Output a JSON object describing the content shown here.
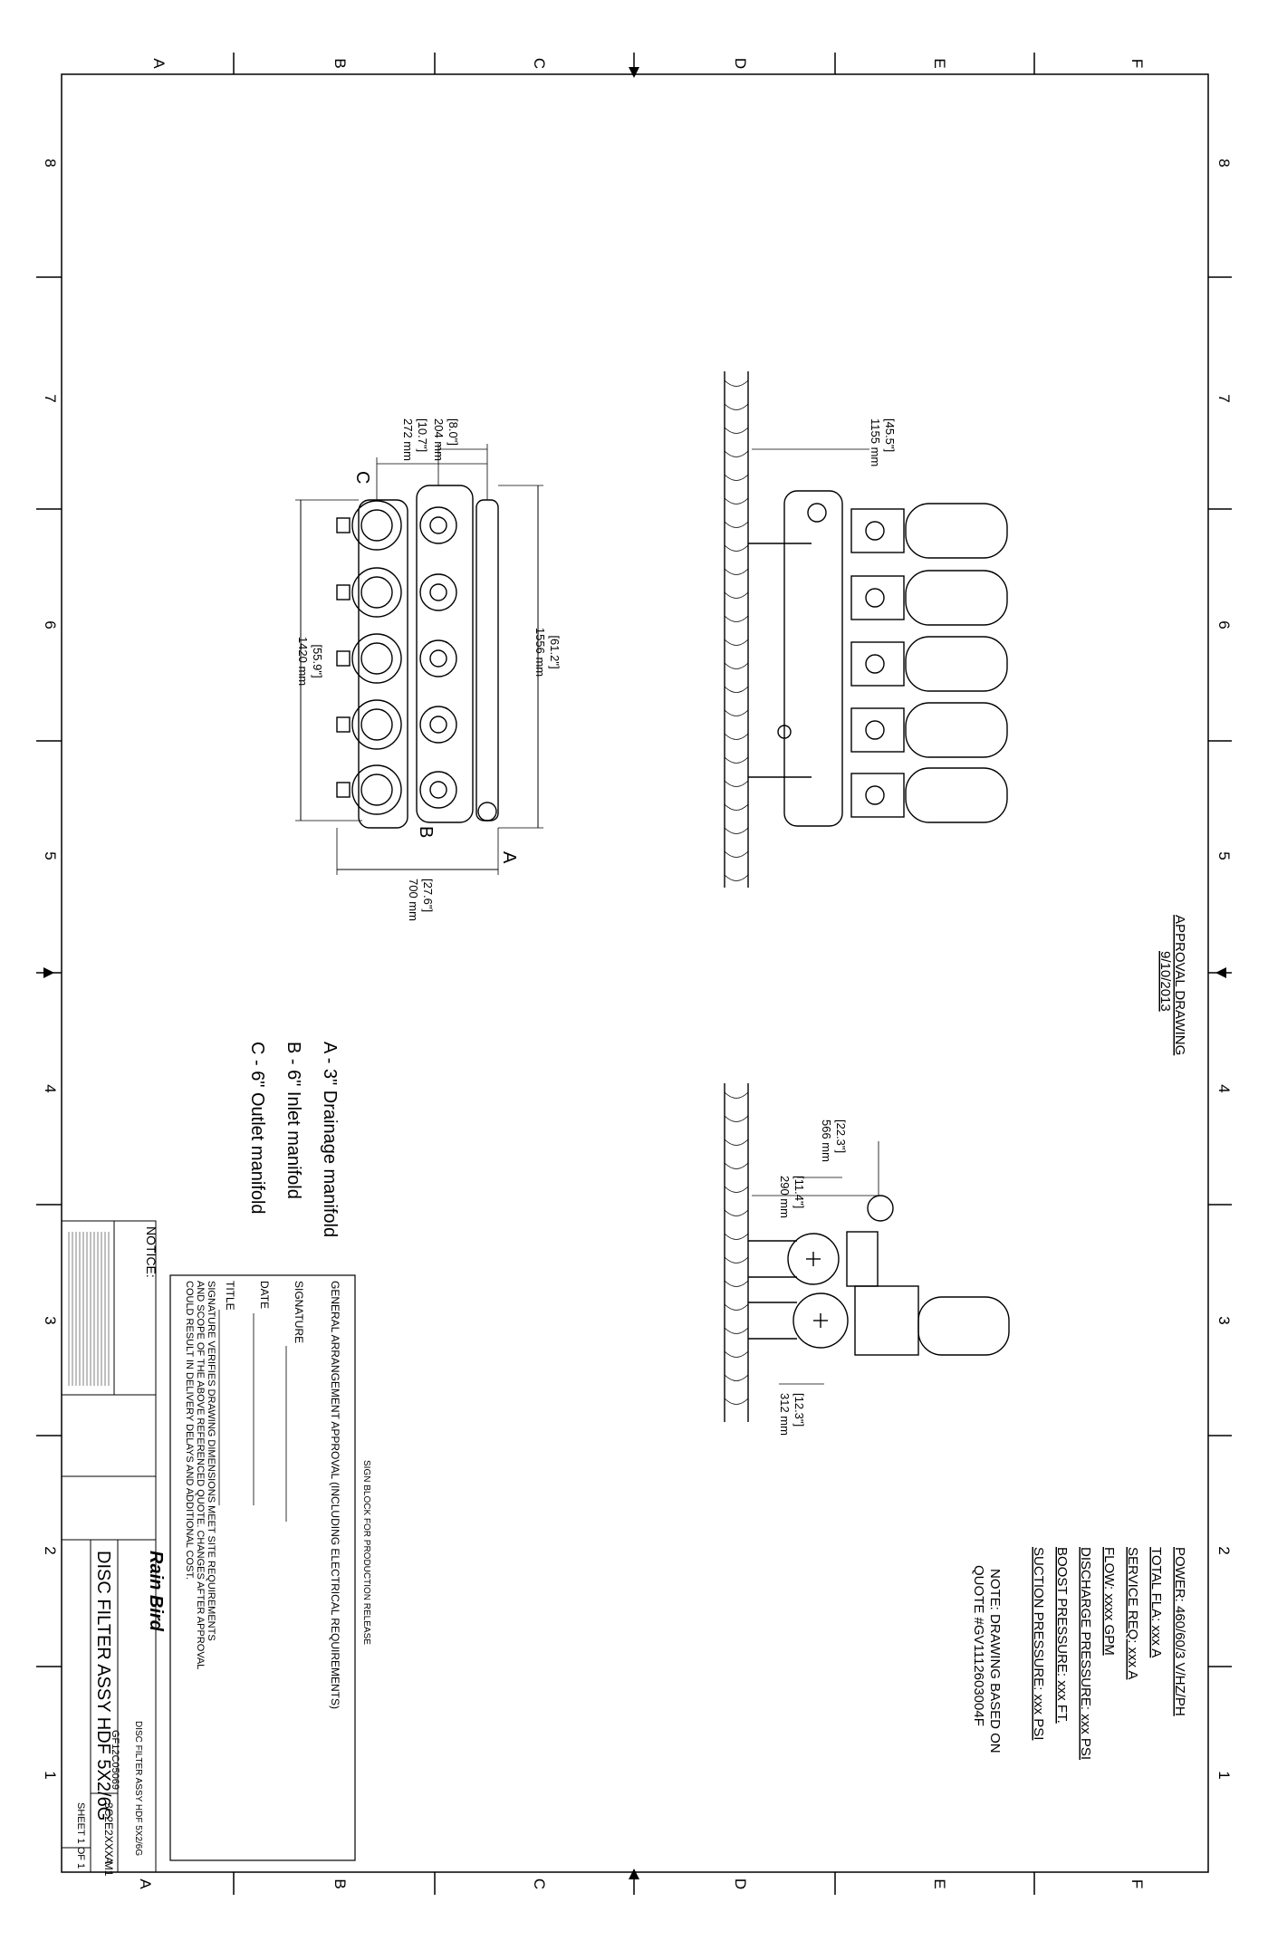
{
  "grid": {
    "letters": [
      "A",
      "B",
      "C",
      "D",
      "E",
      "F"
    ],
    "numbers": [
      "8",
      "7",
      "6",
      "5",
      "4",
      "3",
      "2",
      "1"
    ]
  },
  "approval": {
    "title": "APPROVAL DRAWING",
    "date": "9/10/2013"
  },
  "specs": {
    "power": "POWER:  460/60/3 V/HZ/PH",
    "total_fla": "TOTAL FLA:  xxx A",
    "service_req": "SERVICE REQ:  xxx A",
    "flow": "FLOW:   xxxx GPM",
    "discharge_pressure": "DISCHARGE PRESSURE:  xxx PSI",
    "boost_pressure": "BOOST PRESSURE:     xxx FT.",
    "suction_pressure": "SUCTION PRESSURE:  xxx PSI",
    "note_line1": "NOTE: DRAWING BASED ON",
    "note_line2": "QUOTE #GV1112603004F"
  },
  "legend": {
    "a": "A - 3\" Drainage manifold",
    "b": "B - 6\" Inlet manifold",
    "c": "C - 6\" Outlet manifold"
  },
  "plan_view": {
    "dim_overall": "[61.2\"]",
    "dim_overall_mm": "1556 mm",
    "dim_span": "[55.9\"]",
    "dim_span_mm": "1420 mm",
    "dim_depth": "[27.6\"]",
    "dim_depth_mm": "700 mm",
    "dim_a": "[8.0\"]",
    "dim_a_mm": "204 mm",
    "dim_b": "[10.7\"]",
    "dim_b_mm": "272 mm",
    "callout_a": "A",
    "callout_b": "B",
    "callout_c": "C"
  },
  "front_view": {
    "dim_height": "[45.5\"]",
    "dim_height_mm": "1155 mm"
  },
  "side_view": {
    "dim_height": "[22.3\"]",
    "dim_height_mm": "566 mm",
    "dim_inlet": "[11.4\"]",
    "dim_inlet_mm": "290 mm",
    "dim_outlet": "[12.3\"]",
    "dim_outlet_mm": "312 mm"
  },
  "sign_block": {
    "heading": "SIGN BLOCK FOR PRODUCTION RELEASE",
    "approval": "GENERAL ARRANGEMENT APPROVAL (INCLUDING ELECTRICAL REQUIREMENTS)",
    "signature": "SIGNATURE",
    "date": "DATE",
    "title": "TITLE",
    "disclaimer1": "SIGNATURE VERIFIES DRAWING DIMENSIONS MEET SITE REQUIREMENTS",
    "disclaimer2": "AND SCOPE OF THE ABOVE REFERENCED QUOTE. CHANGES AFTER APPROVAL",
    "disclaimer3": "COULD RESULT IN DELIVERY DELAYS AND ADDITIONAL COST."
  },
  "title_block": {
    "notice": "NOTICE:",
    "brand": "Rain Bird",
    "part_title": "DISC FILTER ASSY HDF 5X2/6G",
    "part_title_small": "DISC FILTER ASSY HDF 5X2/6G",
    "drawing_no": "GF12C05069",
    "drawing_no2": "3C2E2XXX-M1",
    "rev": "A",
    "sheet": "SHEET 1 OF 1"
  }
}
